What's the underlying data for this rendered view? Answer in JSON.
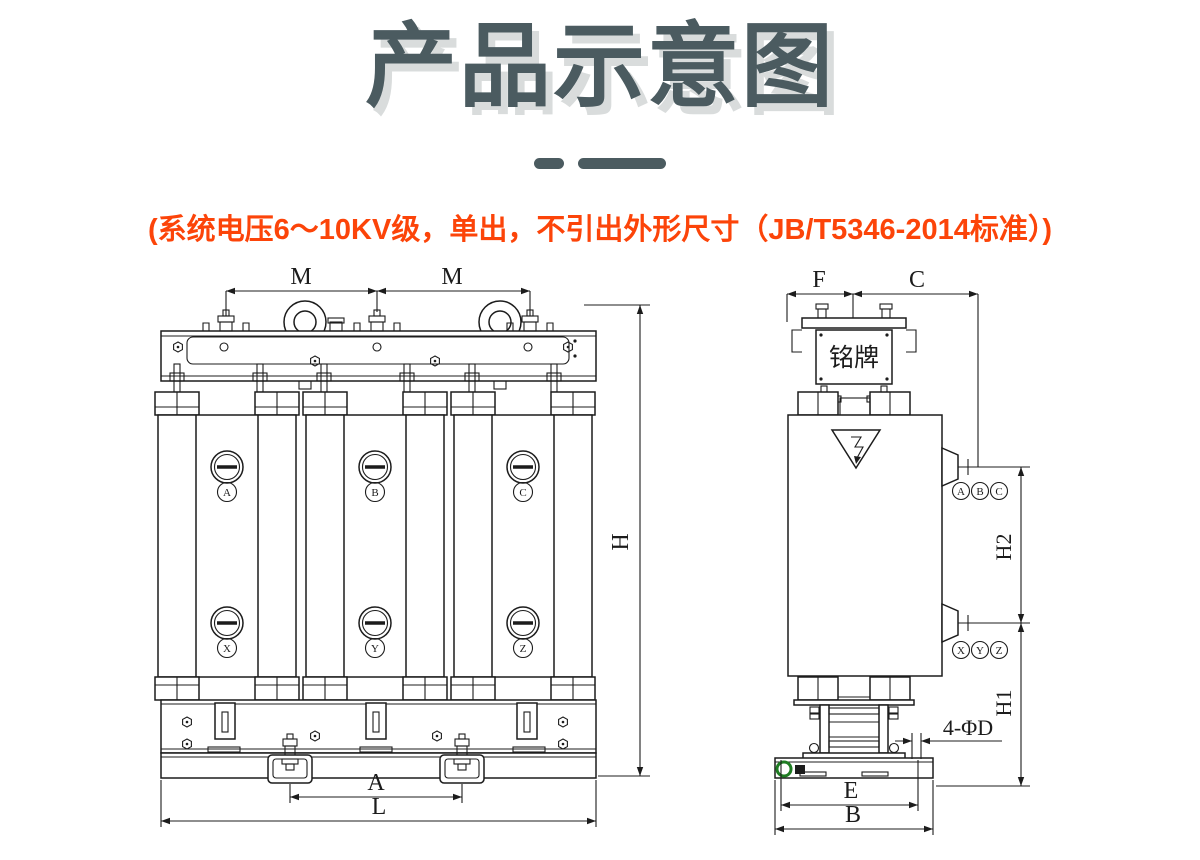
{
  "title": {
    "text": "产品示意图"
  },
  "subtitle": {
    "text": "(系统电压6～10KV级，单出，不引出外形尺寸（JB/T5346-2014标准）)"
  },
  "colors": {
    "title": "#4b5b60",
    "title_shadow": "#d9dcdc",
    "subtitle": "#fc4409",
    "line": "#1c1c1c",
    "ground": "#1f7d23",
    "bg": "#ffffff"
  },
  "front_view": {
    "dim_m_left": "M",
    "dim_m_right": "M",
    "dim_h": "H",
    "dim_a": "A",
    "dim_l": "L",
    "hv_labels": [
      "A",
      "B",
      "C"
    ],
    "lv_labels": [
      "X",
      "Y",
      "Z"
    ]
  },
  "side_view": {
    "nameplate_label": "铭牌",
    "dim_f": "F",
    "dim_c": "C",
    "dim_h2": "H2",
    "dim_h1": "H1",
    "dim_e": "E",
    "dim_b": "B",
    "holes_label": "4-ΦD",
    "hv_labels": [
      "A",
      "B",
      "C"
    ],
    "lv_labels": [
      "X",
      "Y",
      "Z"
    ]
  }
}
